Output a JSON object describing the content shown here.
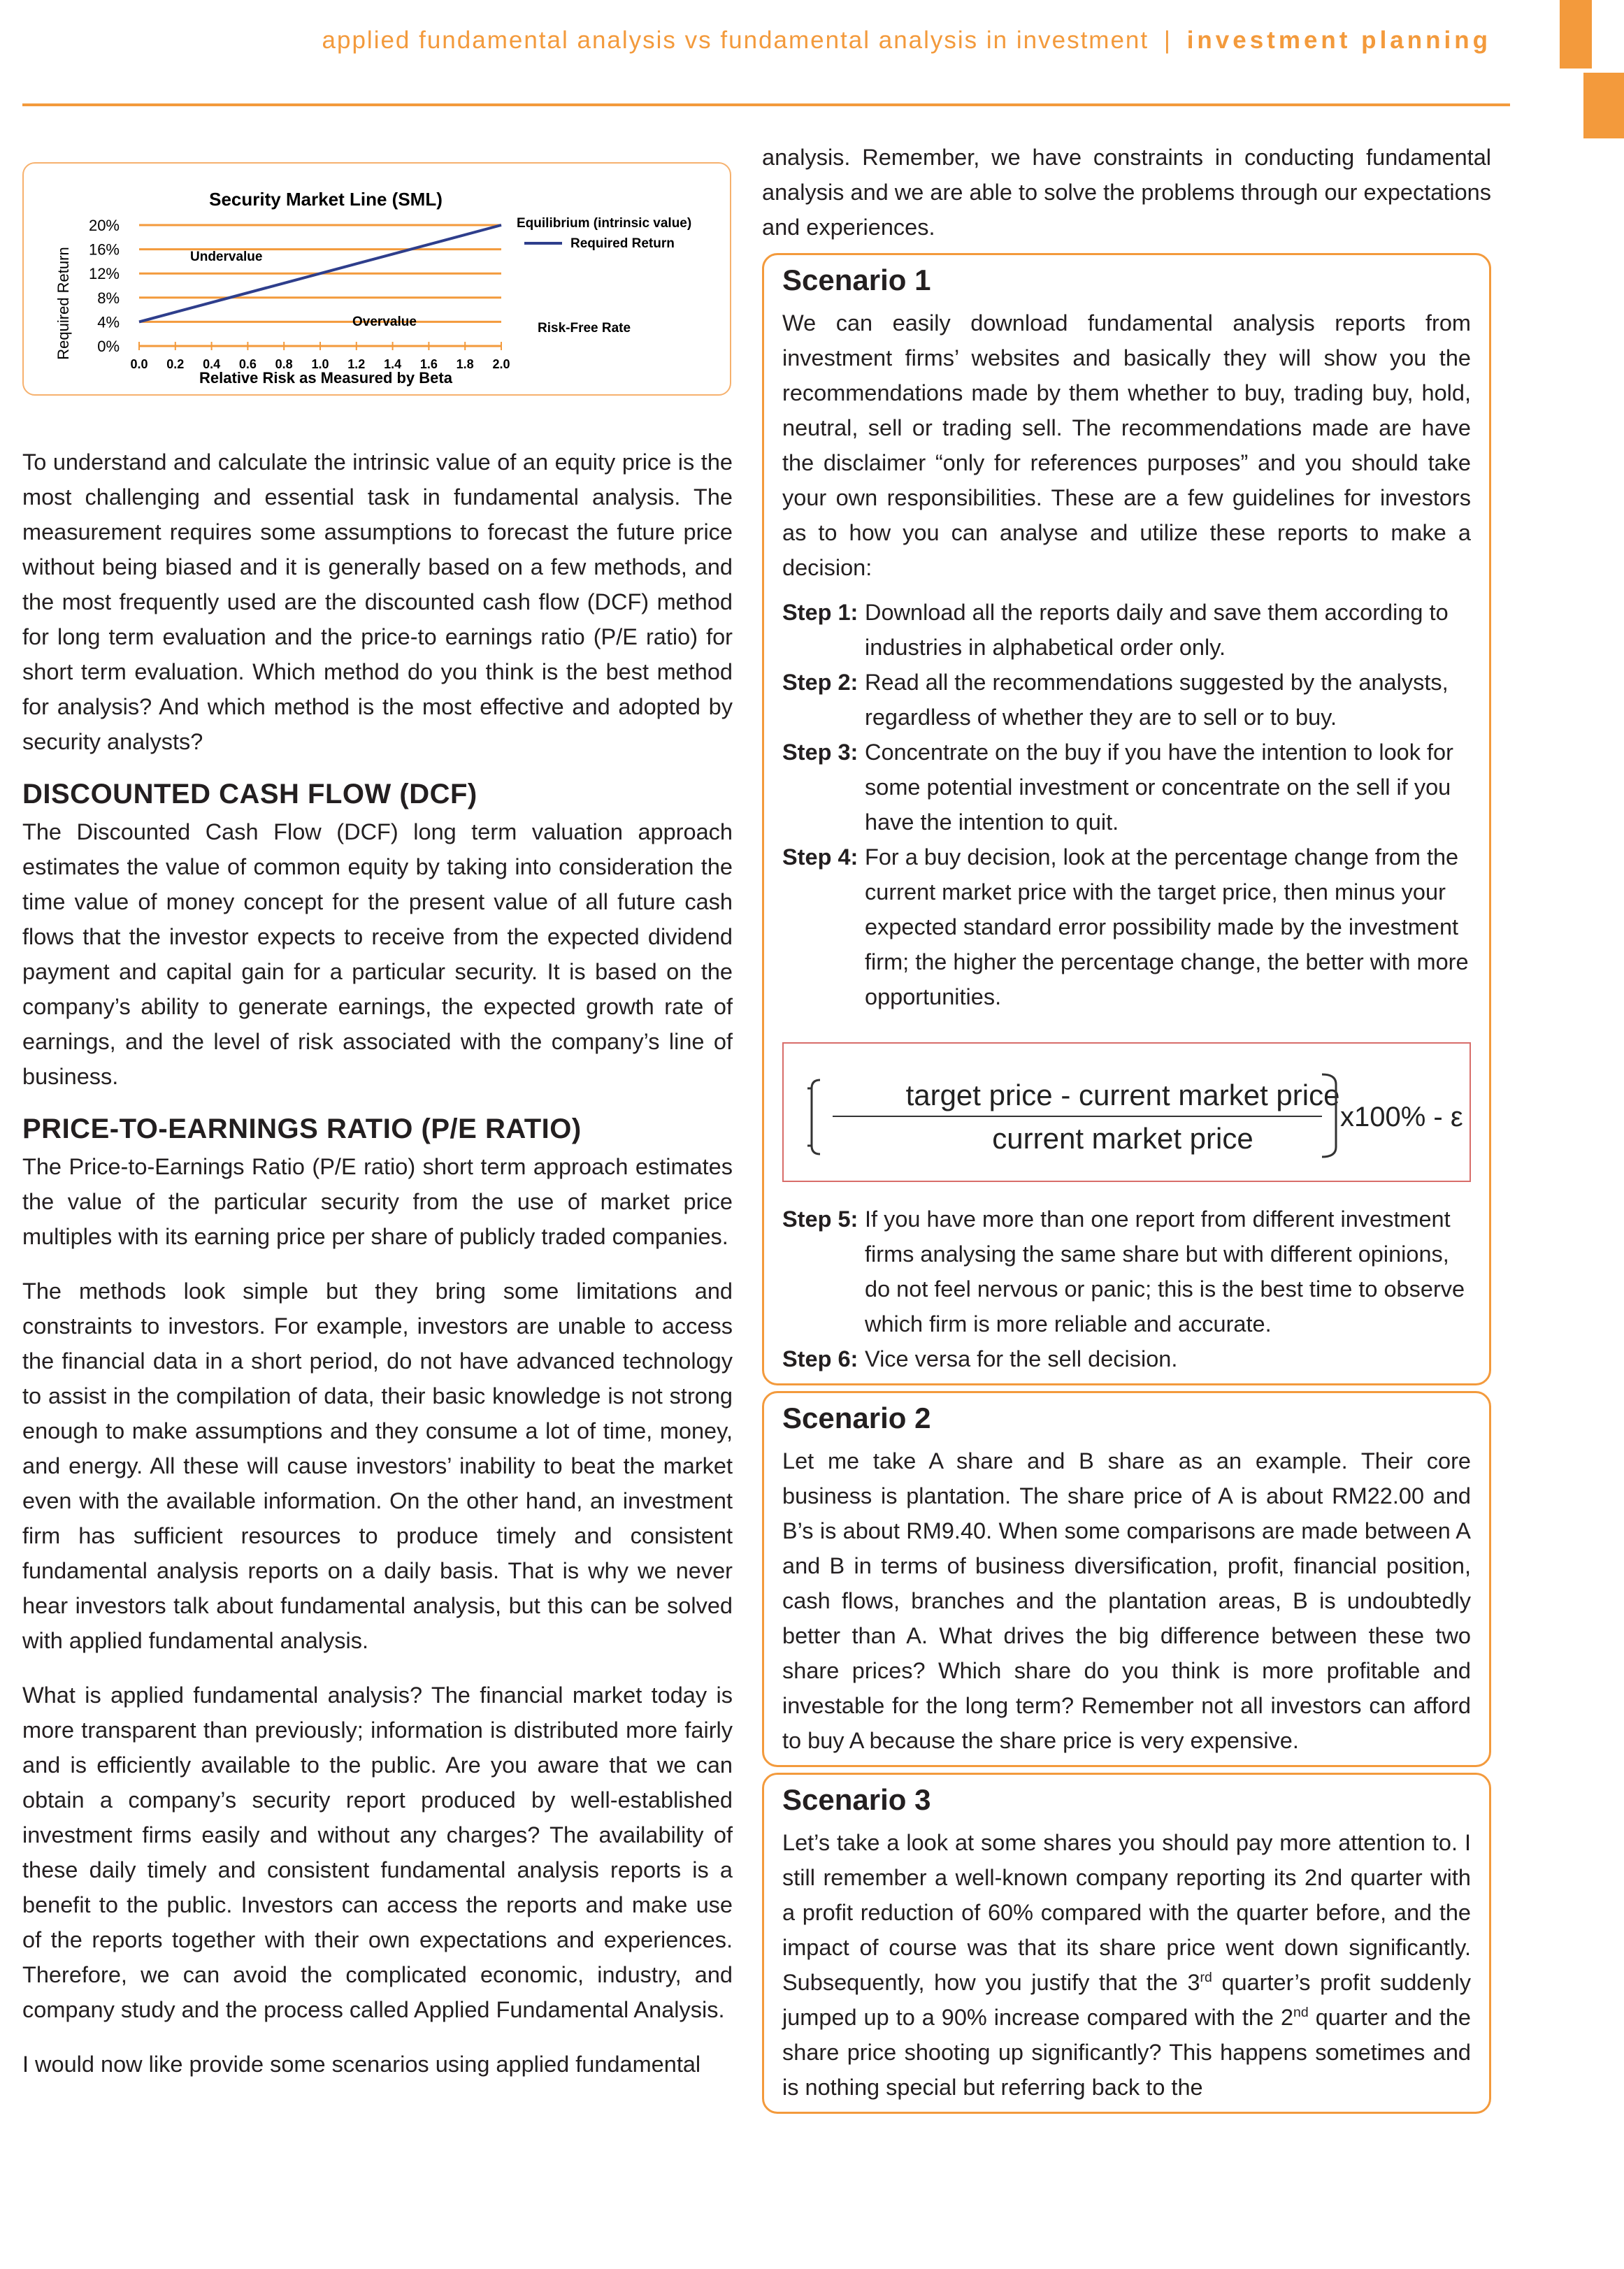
{
  "header": {
    "running_title": "applied fundamental analysis vs fundamental analysis in investment",
    "separator": "|",
    "section_name": "investment planning"
  },
  "chart_data": {
    "type": "line",
    "title": "Security Market Line (SML)",
    "xlabel": "Relative Risk as Measured by Beta",
    "ylabel": "Required Return",
    "x_ticks": [
      "0.0",
      "0.2",
      "0.4",
      "0.6",
      "0.8",
      "1.0",
      "1.2",
      "1.4",
      "1.6",
      "1.8",
      "2.0"
    ],
    "y_ticks": [
      "0%",
      "4%",
      "8%",
      "12%",
      "16%",
      "20%"
    ],
    "xlim": [
      0,
      2
    ],
    "ylim": [
      0,
      20
    ],
    "grid": "horizontal",
    "series": [
      {
        "name": "Required Return",
        "x": [
          0,
          2
        ],
        "y": [
          4,
          20
        ],
        "color": "#2e3e8c"
      }
    ],
    "gridline_color": "#f39a3c",
    "annotations": {
      "equilibrium": "Equilibrium (intrinsic value)",
      "undervalue": "Undervalue",
      "overvalue": "Overvalue",
      "risk_free": "Risk-Free Rate"
    },
    "legend_placement": "top-right"
  },
  "left_column": {
    "intro": "To understand and calculate the intrinsic value of an equity price is the most challenging and essential task in fundamental analysis. The measurement requires some assumptions to forecast the future price without being biased and it is generally based on a few methods, and the most frequently used are the discounted cash flow (DCF) method for long term evaluation and the price-to earnings ratio (P/E ratio) for short term evaluation. Which method do you think is the best method for analysis? And which method is the most effective and adopted by security analysts?",
    "dcf_heading": "DISCOUNTED CASH FLOW (DCF)",
    "dcf_text": "The Discounted Cash Flow (DCF) long term valuation approach estimates the value of common equity by taking into consideration the time value of money concept for the present value of all future cash flows that the investor expects to receive from the expected dividend payment and capital gain for a particular security. It is based on the company’s ability to generate earnings, the expected growth rate of earnings, and the level of risk associated with the company’s line of business.",
    "pe_heading": "PRICE-TO-EARNINGS RATIO (P/E RATIO)",
    "pe_text": "The Price-to-Earnings Ratio (P/E ratio) short term approach estimates the value of the particular security from the use of market price multiples with its earning price per share of publicly traded companies.",
    "methods_text": "The methods look simple but they bring some limitations and constraints to investors. For example, investors are unable to access the financial data in a short period, do not have advanced technology to assist in the compilation of data, their basic knowledge is not strong enough to make assumptions and they consume a lot of time, money, and energy. All these will cause investors’ inability to beat the market even with the available information. On the other hand, an investment firm has sufficient resources to produce timely and consistent fundamental analysis reports on a daily basis. That is why we never hear investors talk about fundamental analysis, but this can be solved with applied fundamental analysis.",
    "applied_text": "What is applied fundamental analysis? The financial market today is more transparent than previously; information is distributed more fairly and is efficiently available to the public. Are you aware that we can obtain a company’s security report produced by well-established investment firms easily and without any charges? The availability of these daily timely and consistent fundamental analysis reports is a benefit to the public. Investors can access the reports and make use of the reports together with their own expectations and experiences. Therefore, we can avoid the complicated economic, industry, and company study and the process called Applied Fundamental Analysis.",
    "closing_text": "I would now like provide some scenarios using applied fundamental"
  },
  "right_column": {
    "continuation": "analysis. Remember, we have constraints in conducting fundamental analysis and we are able to solve the problems through our expectations and experiences.",
    "scenario1": {
      "title": "Scenario 1",
      "intro": "We can easily download fundamental analysis reports from investment firms’ websites and basically they will show you the recommendations made by them whether to buy, trading buy, hold, neutral, sell or trading sell. The recommendations made are have the disclaimer “only for references purposes” and you should take your own responsibilities. These are a few guidelines for investors as to how you can analyse and utilize these reports to make a decision:",
      "steps": [
        {
          "label": "Step 1:",
          "text": "Download all the reports daily and save them according to industries in alphabetical order only."
        },
        {
          "label": "Step 2:",
          "text": "Read all the recommendations suggested by the analysts, regardless of whether they are to sell or to buy."
        },
        {
          "label": "Step 3:",
          "text": "Concentrate on the buy if you have the intention to look for some potential investment or concentrate on the sell if you have the intention to quit."
        },
        {
          "label": "Step 4:",
          "text": "For a buy decision, look at the percentage change from the current market price with the target price, then minus your expected standard error possibility made by the investment firm; the higher the percentage change, the better with more opportunities."
        }
      ],
      "formula": {
        "numerator": "target price - current market price",
        "denominator": "current market price",
        "suffix": "x100% - ε"
      },
      "steps_after": [
        {
          "label": "Step 5:",
          "text": "If you have more than one report from different investment firms analysing the same share but with different opinions, do not feel nervous or panic; this is the best time to observe which firm is more reliable and accurate."
        },
        {
          "label": "Step 6:",
          "text": "Vice versa for the sell decision."
        }
      ]
    },
    "scenario2": {
      "title": "Scenario 2",
      "text": "Let me take A share and B share as an example. Their core business is plantation. The share price of A is about RM22.00 and B’s is about RM9.40. When some comparisons are made between A and B in terms of business diversification, profit, financial position, cash flows, branches and the plantation areas, B is undoubtedly better than A. What drives the big difference between these two share prices? Which share do you think is more profitable and investable for the long term? Remember not all investors can afford to buy A because the share price is very expensive."
    },
    "scenario3": {
      "title": "Scenario 3",
      "text_part1": "Let’s take a look at some shares you should pay more attention to. I still remember a well-known company reporting its 2nd quarter with a profit reduction of 60% compared with the quarter before, and the impact of course was that its share price went down significantly. Subsequently, how you justify that the 3",
      "sup1": "rd",
      "text_part2": " quarter’s profit suddenly jumped up to a 90% increase compared with the 2",
      "sup2": "nd",
      "text_part3": " quarter and the share price shooting up significantly? This happens sometimes and is nothing special but referring back to the"
    }
  }
}
